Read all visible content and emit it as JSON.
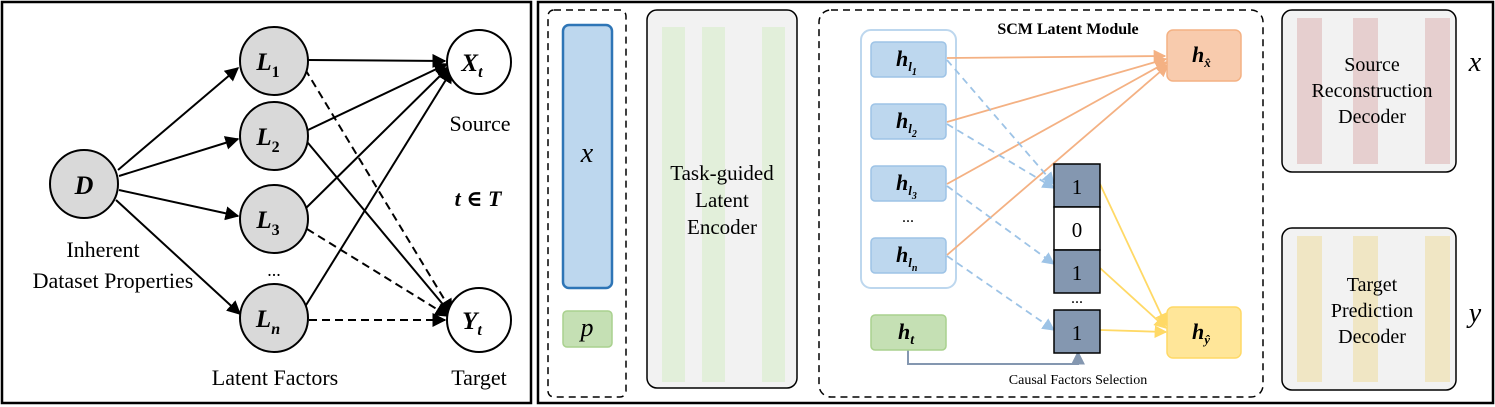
{
  "left_panel": {
    "nodes": {
      "d": "D",
      "l1": "L",
      "l1_sub": "1",
      "l2": "L",
      "l2_sub": "2",
      "l3": "L",
      "l3_sub": "3",
      "ln": "L",
      "ln_sub": "n",
      "xt": "X",
      "xt_sub": "t",
      "yt": "Y",
      "yt_sub": "t"
    },
    "ellipsis": "...",
    "label_inherent_line1": "Inherent",
    "label_inherent_line2": "Dataset Properties",
    "label_latent": "Latent Factors",
    "label_source": "Source",
    "label_target": "Target",
    "label_t_in_T": "t ∈ T"
  },
  "right_panel": {
    "input_x": "x",
    "input_p": "p",
    "encoder_line1": "Task-guided",
    "encoder_line2": "Latent",
    "encoder_line3": "Encoder",
    "scm_title": "SCM Latent Module",
    "h_base": "h",
    "latent_subs": [
      "l",
      "l",
      "l",
      "l"
    ],
    "latent_subsubs": [
      "1",
      "2",
      "3",
      "n"
    ],
    "latent_ellipsis": "...",
    "h_t_sub": "t",
    "h_xhat_sub": "x̂",
    "h_yhat_sub": "ŷ",
    "mask_values": [
      "1",
      "0",
      "1",
      "1"
    ],
    "mask_ellipsis": "...",
    "causal_selection_label": "Causal Factors Selection",
    "source_decoder_line1": "Source",
    "source_decoder_line2": "Reconstruction",
    "source_decoder_line3": "Decoder",
    "target_decoder_line1": "Target",
    "target_decoder_line2": "Prediction",
    "target_decoder_line3": "Decoder",
    "output_x": "x",
    "output_y": "y"
  },
  "colors": {
    "node_fill": "#d9d9d9",
    "blue_fill": "#bdd7ee",
    "blue_stroke": "#2e75b6",
    "green_fill": "#c5e0b4",
    "green_stroke": "#70ad47",
    "orange_fill": "#f8cbad",
    "orange_line": "#f4b183",
    "yellow_fill": "#ffe699",
    "yellow_line": "#ffd966",
    "mask_dark": "#8497b0",
    "decoder_bg": "#f2f2f2"
  }
}
